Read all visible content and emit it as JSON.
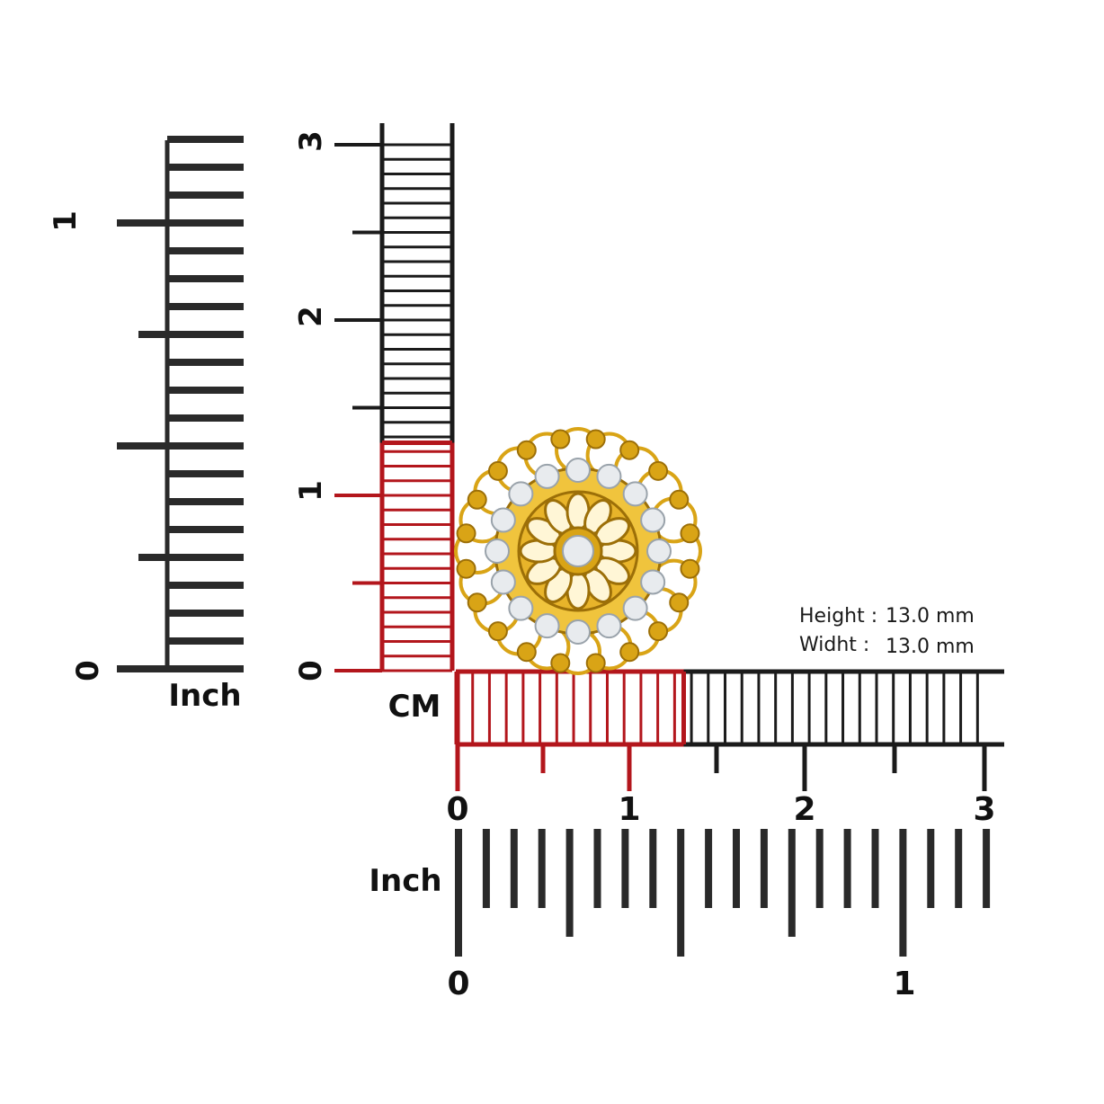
{
  "colors": {
    "ink": "#1b1b1b",
    "inch_bar": "#2a2a2a",
    "red": "#b3161c",
    "gold": "#d9a416",
    "gold_dark": "#9c6f08",
    "stone": "#e8ebee"
  },
  "units": {
    "cm": "CM",
    "inch_left": "Inch",
    "inch_bottom": "Inch"
  },
  "ruler_labels": {
    "cm_vertical": [
      "0",
      "1",
      "2",
      "3"
    ],
    "cm_horizontal": [
      "0",
      "1",
      "2",
      "3"
    ],
    "inch_vertical": [
      "0",
      "1"
    ],
    "inch_horizontal": [
      "0",
      "1"
    ]
  },
  "measurements": {
    "height_label": "Height :",
    "height_value": "13.0 mm",
    "width_label": "Widht :",
    "width_value": "13.0 mm",
    "height_mm": 13.0,
    "width_mm": 13.0
  },
  "product": {
    "icon": "gold-flower-filigree-earring-icon"
  }
}
